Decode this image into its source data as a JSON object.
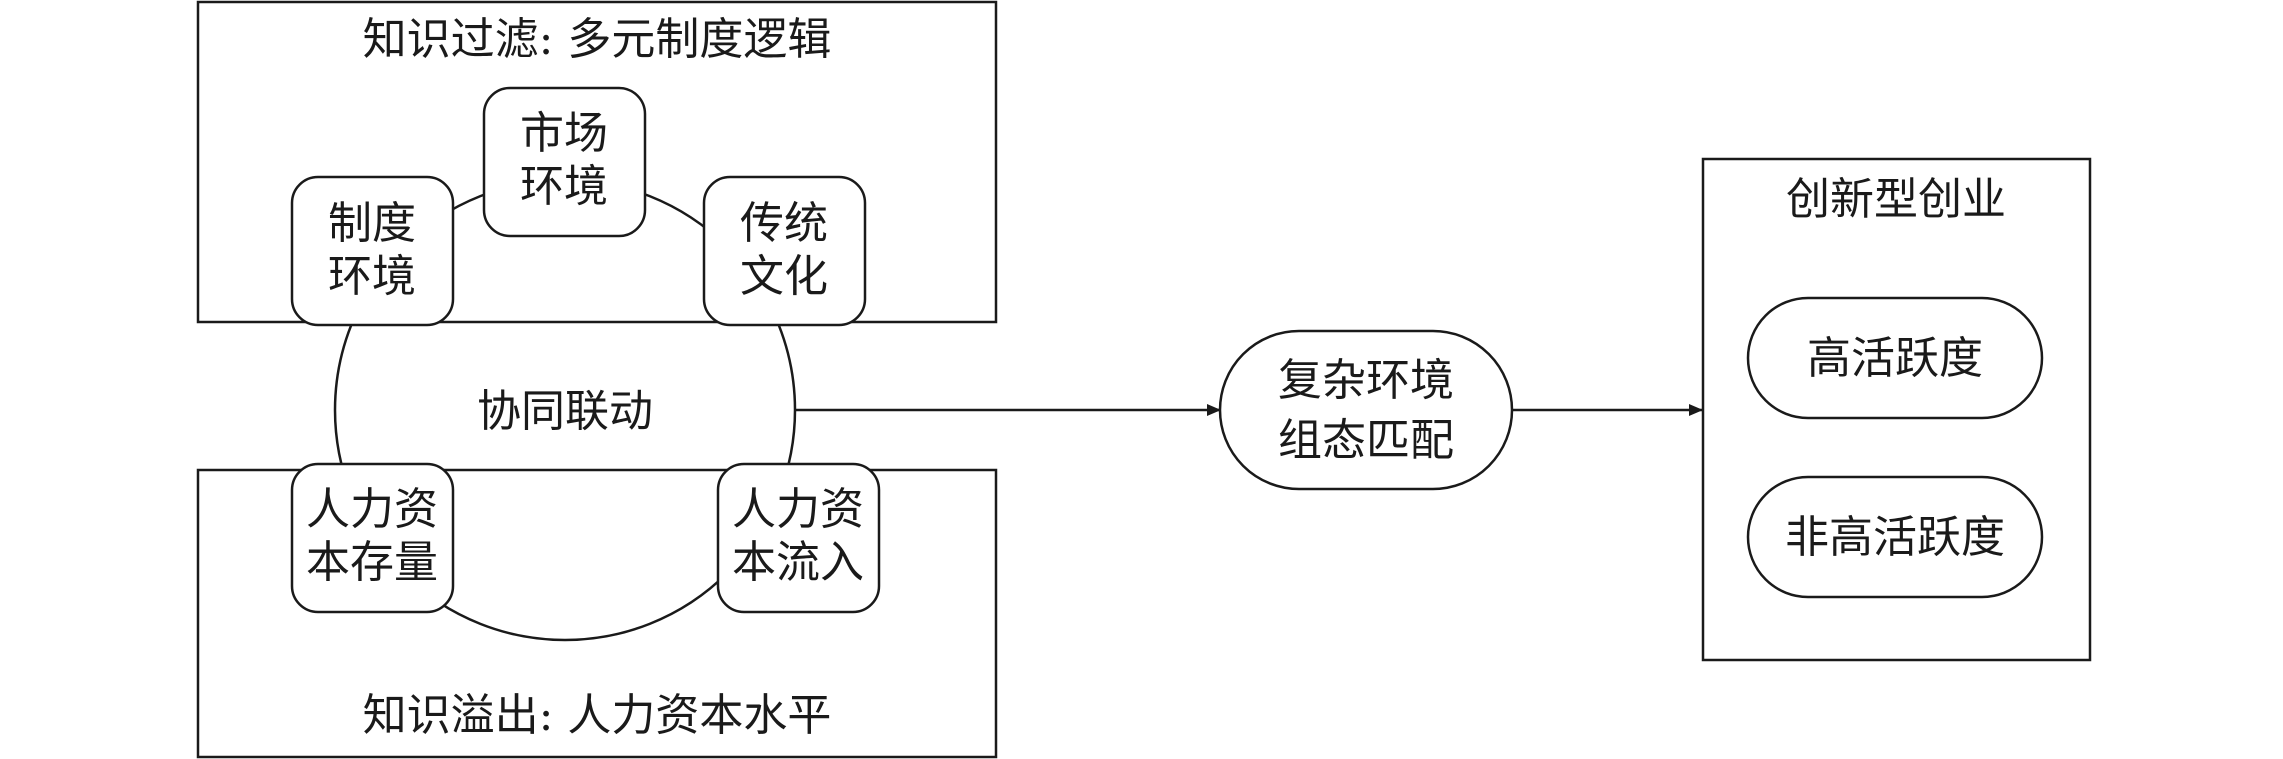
{
  "diagram": {
    "top_box_title": "知识过滤: 多元制度逻辑",
    "bottom_box_title": "知识溢出: 人力资本水平",
    "center_label": "协同联动",
    "nodes": {
      "market_env": [
        "市场",
        "环境"
      ],
      "institution_env": [
        "制度",
        "环境"
      ],
      "traditional_culture": [
        "传统",
        "文化"
      ],
      "human_capital_stock": [
        "人力资",
        "本存量"
      ],
      "human_capital_inflow": [
        "人力资",
        "本流入"
      ]
    },
    "config_match": [
      "复杂环境",
      "组态匹配"
    ],
    "outcome": {
      "title": "创新型创业",
      "high_activity": "高活跃度",
      "non_high_activity": "非高活跃度"
    }
  }
}
